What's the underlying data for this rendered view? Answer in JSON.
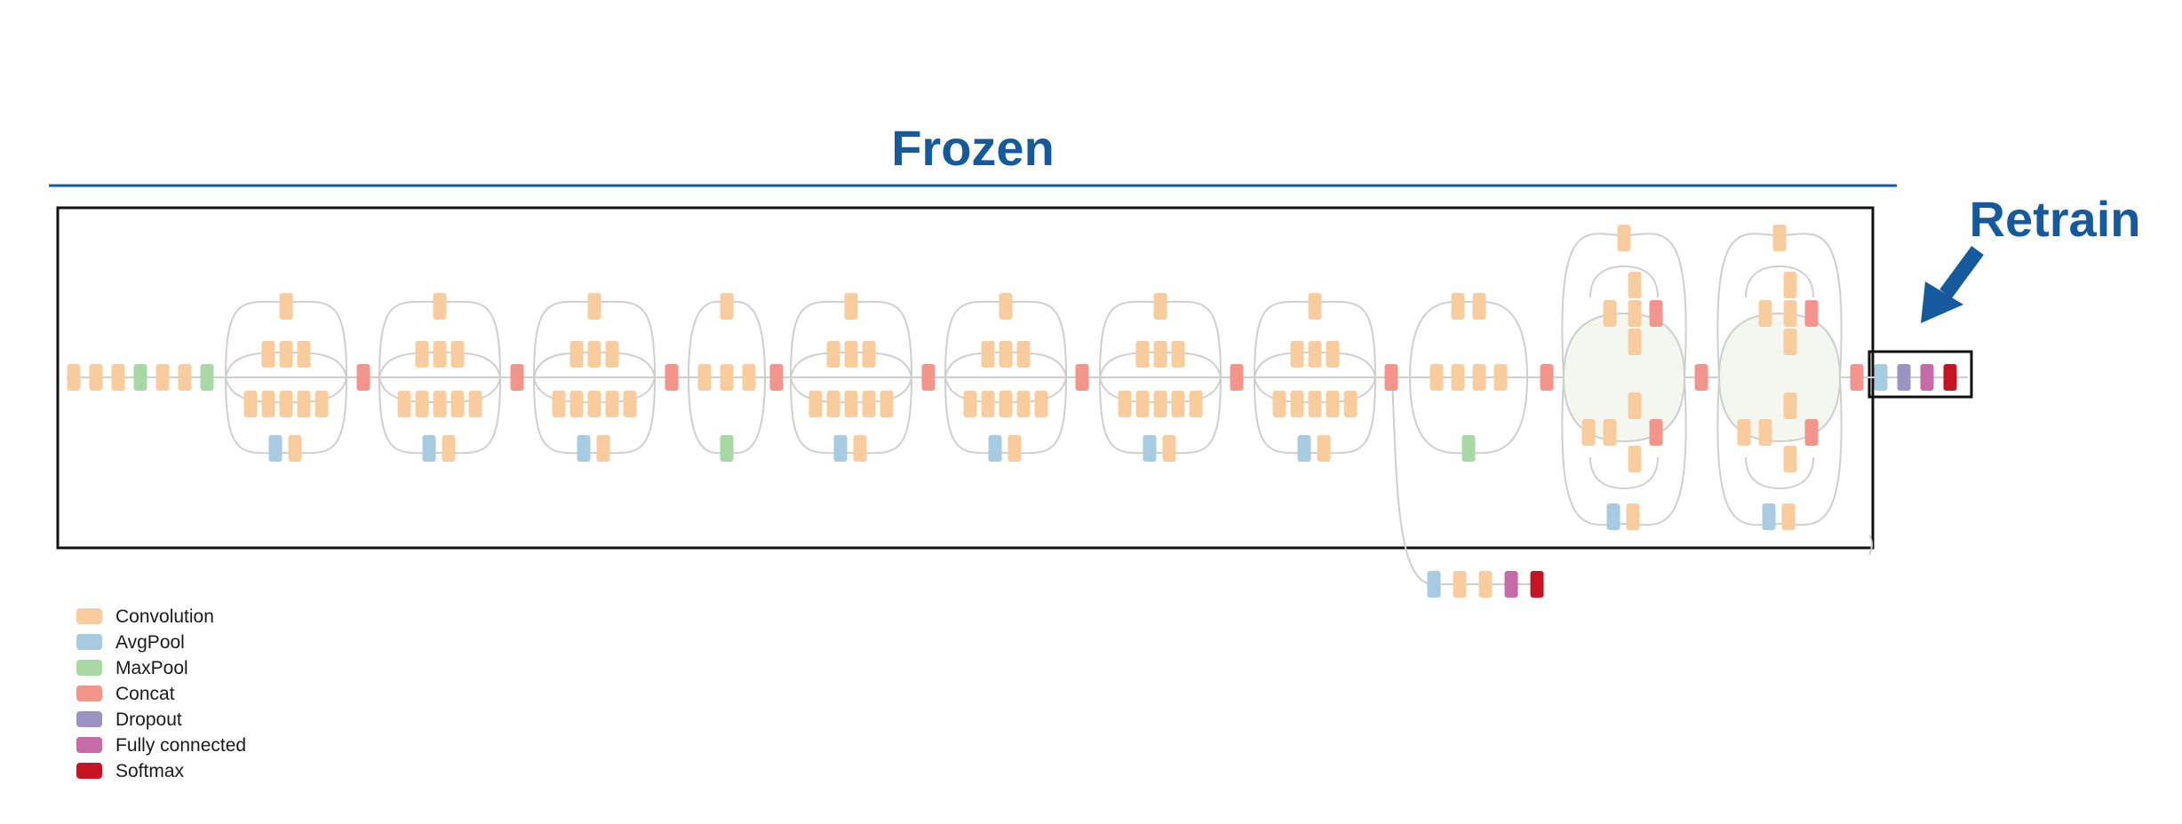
{
  "labels": {
    "frozen": "Frozen",
    "retrain": "Retrain"
  },
  "colors": {
    "accent": "#155a9c",
    "Convolution": "#f9cc9d",
    "AvgPool": "#a7cbe0",
    "MaxPool": "#a8d9a4",
    "Concat": "#f3958a",
    "Dropout": "#9b93c2",
    "Fully connected": "#c66aa8",
    "Softmax": "#c71424"
  },
  "legend": [
    {
      "label": "Convolution",
      "type": "Convolution"
    },
    {
      "label": "AvgPool",
      "type": "AvgPool"
    },
    {
      "label": "MaxPool",
      "type": "MaxPool"
    },
    {
      "label": "Concat",
      "type": "Concat"
    },
    {
      "label": "Dropout",
      "type": "Dropout"
    },
    {
      "label": "Fully connected",
      "type": "Fully connected"
    },
    {
      "label": "Softmax",
      "type": "Softmax"
    }
  ],
  "network": {
    "stem": [
      "Convolution",
      "Convolution",
      "Convolution",
      "MaxPool",
      "Convolution",
      "Convolution",
      "MaxPool"
    ],
    "stages": [
      "inception",
      "concat",
      "inception",
      "concat",
      "inception",
      "concat",
      "reduction",
      "concat",
      "inception",
      "concat",
      "inception",
      "concat",
      "inception",
      "concat",
      "inception",
      "concat",
      "reduction2",
      "concat",
      "big",
      "concat",
      "big",
      "concat"
    ],
    "classifier": [
      "AvgPool",
      "Dropout",
      "Fully connected",
      "Softmax"
    ],
    "auxiliary": [
      "AvgPool",
      "Convolution",
      "Convolution",
      "Fully connected",
      "Softmax"
    ]
  }
}
